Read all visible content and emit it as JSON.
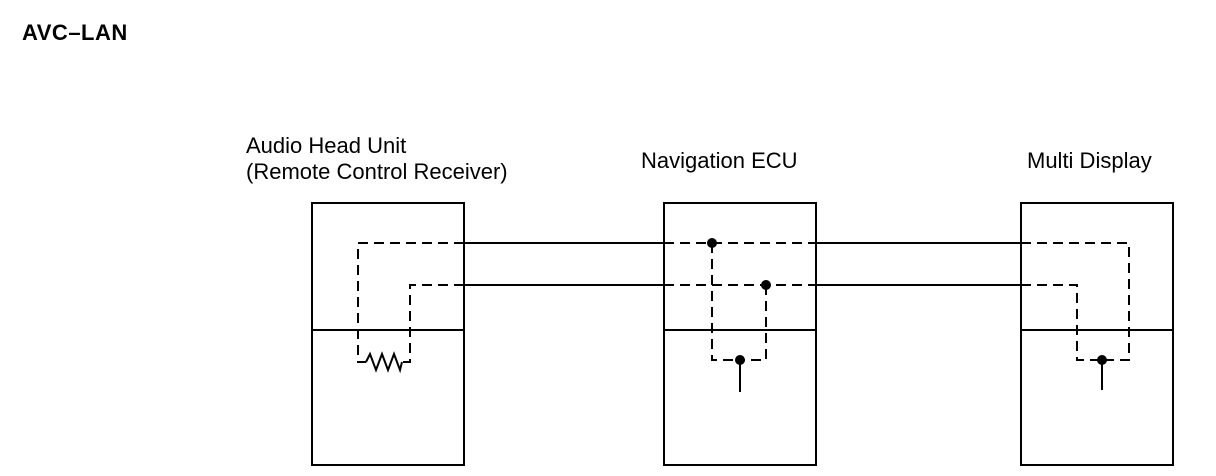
{
  "title": "AVC–LAN",
  "units": {
    "audio_head_unit": {
      "line1": "Audio Head Unit",
      "line2": "(Remote Control Receiver)"
    },
    "navigation_ecu": {
      "label": "Navigation ECU"
    },
    "multi_display": {
      "label": "Multi Display"
    }
  }
}
